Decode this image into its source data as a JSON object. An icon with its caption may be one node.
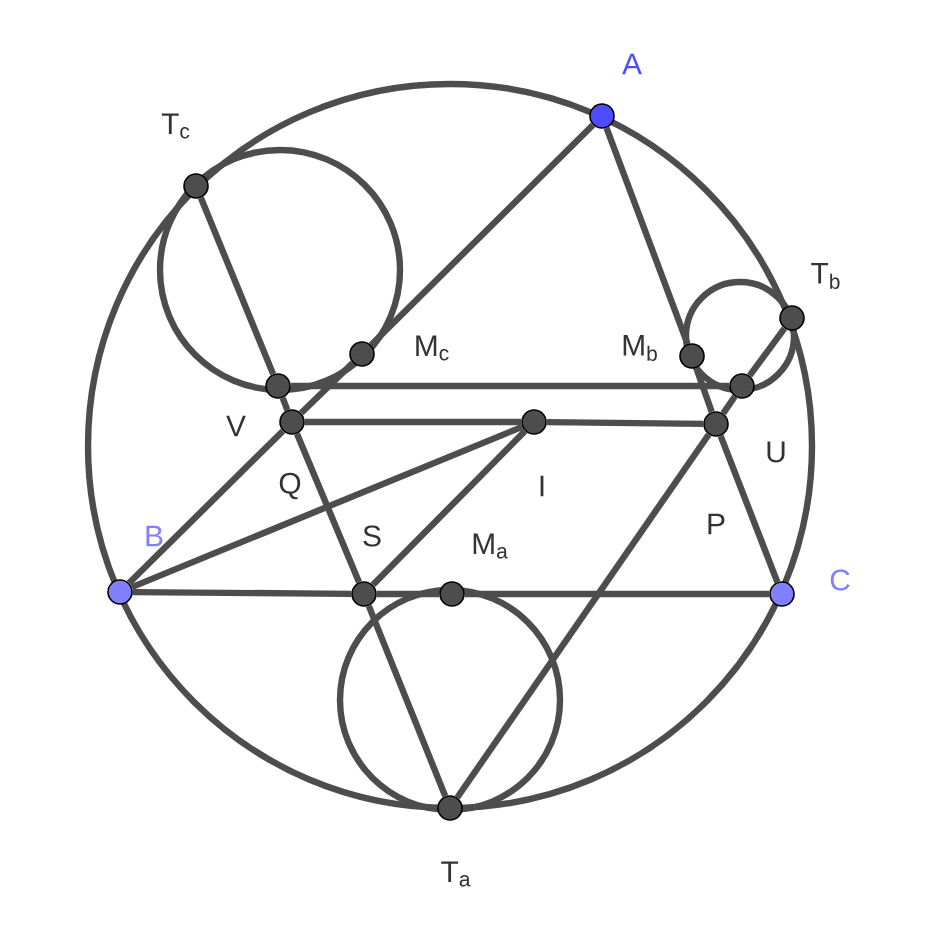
{
  "diagram": {
    "nodes": [
      {
        "text": [
          "A"
        ]
      },
      {
        "text": [
          "T$_{c}$"
        ]
      },
      {
        "text": [
          "T$_{b}$"
        ]
      },
      {
        "text": [
          "M$_{c}$"
        ]
      },
      {
        "text": [
          "M$_{b}$"
        ]
      },
      {
        "text": [],
        "shape": "circle"
      },
      {
        "text": [],
        "shape": "circle"
      },
      {
        "text": [
          "V"
        ]
      },
      {
        "text": [
          "I"
        ]
      },
      {
        "text": [
          "U"
        ]
      },
      {
        "text": [
          "B"
        ]
      },
      {
        "text": [
          "S"
        ]
      },
      {
        "text": [
          "M$_{a}$"
        ]
      },
      {
        "text": [
          "C"
        ]
      },
      {
        "text": [
          "T$_{a}$"
        ]
      }
    ],
    "edges": [
      {
        "from": 10,
        "to": 7,
        "arrow": "none"
      },
      {
        "from": 7,
        "to": 3,
        "arrow": "none"
      },
      {
        "from": 3,
        "to": 0,
        "arrow": "none"
      },
      {
        "from": 0,
        "to": 4,
        "arrow": "none"
      },
      {
        "from": 4,
        "to": 9,
        "arrow": "none"
      },
      {
        "from": 9,
        "to": 13,
        "arrow": "none"
      },
      {
        "from": 10,
        "to": 11,
        "arrow": "none"
      },
      {
        "from": 11,
        "to": 12,
        "arrow": "none"
      },
      {
        "from": 12,
        "to": 13,
        "arrow": "none"
      },
      {
        "from": 1,
        "to": 5,
        "arrow": "none"
      },
      {
        "from": 5,
        "to": 7,
        "arrow": "none"
      },
      {
        "from": 7,
        "to": 11,
        "arrow": "none"
      },
      {
        "from": 11,
        "to": 14,
        "arrow": "none"
      },
      {
        "from": 2,
        "to": 6,
        "arrow": "none"
      },
      {
        "from": 6,
        "to": 9,
        "arrow": "none"
      },
      {
        "from": 9,
        "to": 14,
        "arrow": "none"
      },
      {
        "from": 5,
        "to": 6,
        "arrow": "none"
      },
      {
        "from": 7,
        "to": 8,
        "arrow": "none"
      },
      {
        "from": 8,
        "to": 9,
        "arrow": "none"
      },
      {
        "from": 10,
        "to": 8,
        "arrow": "none"
      },
      {
        "from": 11,
        "to": 8,
        "arrow": "none"
      }
    ],
    "labels": [
      "Q",
      "P"
    ]
  }
}
